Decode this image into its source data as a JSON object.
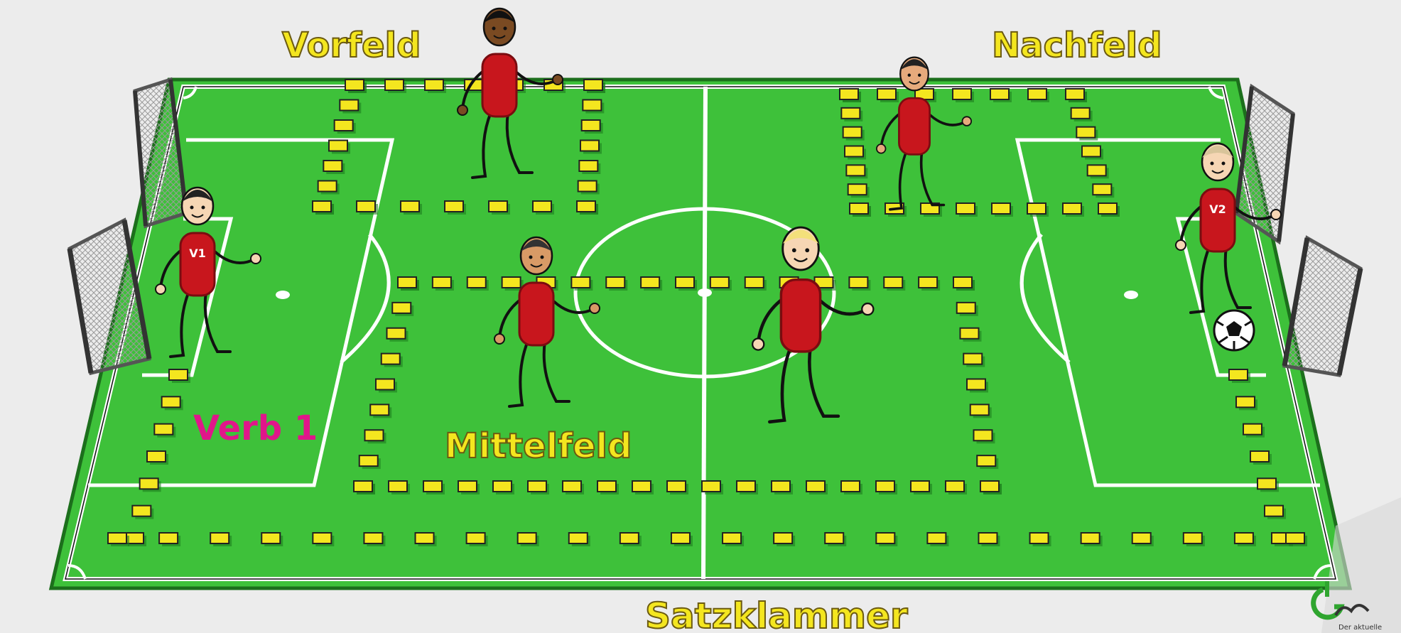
{
  "labels": {
    "vorfeld": "Vorfeld",
    "nachfeld": "Nachfeld",
    "mittelfeld": "Mittelfeld",
    "verb1": "Verb 1",
    "satzklammer": "Satzklammer"
  },
  "players": {
    "v1": "V1",
    "v2": "V2"
  },
  "watermark": "Der aktuelle",
  "colors": {
    "pitch": "#3ec13a",
    "pitch_edge": "#2a9a2a",
    "line": "#ffffff",
    "marker": "#f4e61f",
    "jersey": "#c8161d",
    "label_yellow": "#f4e61f",
    "label_pink": "#e0168a"
  },
  "icons": [
    "goal-net-icon",
    "soccer-ball-icon",
    "logo-icon"
  ]
}
